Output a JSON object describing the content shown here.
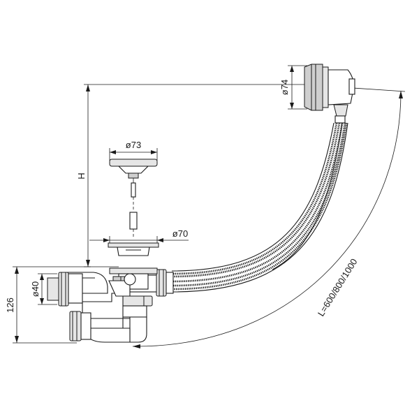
{
  "dimensions": {
    "d74": "ø74",
    "d73": "ø73",
    "d70": "ø70",
    "d40": "ø40",
    "height": "H",
    "h126": "126",
    "length": "L=600/800/1000"
  }
}
